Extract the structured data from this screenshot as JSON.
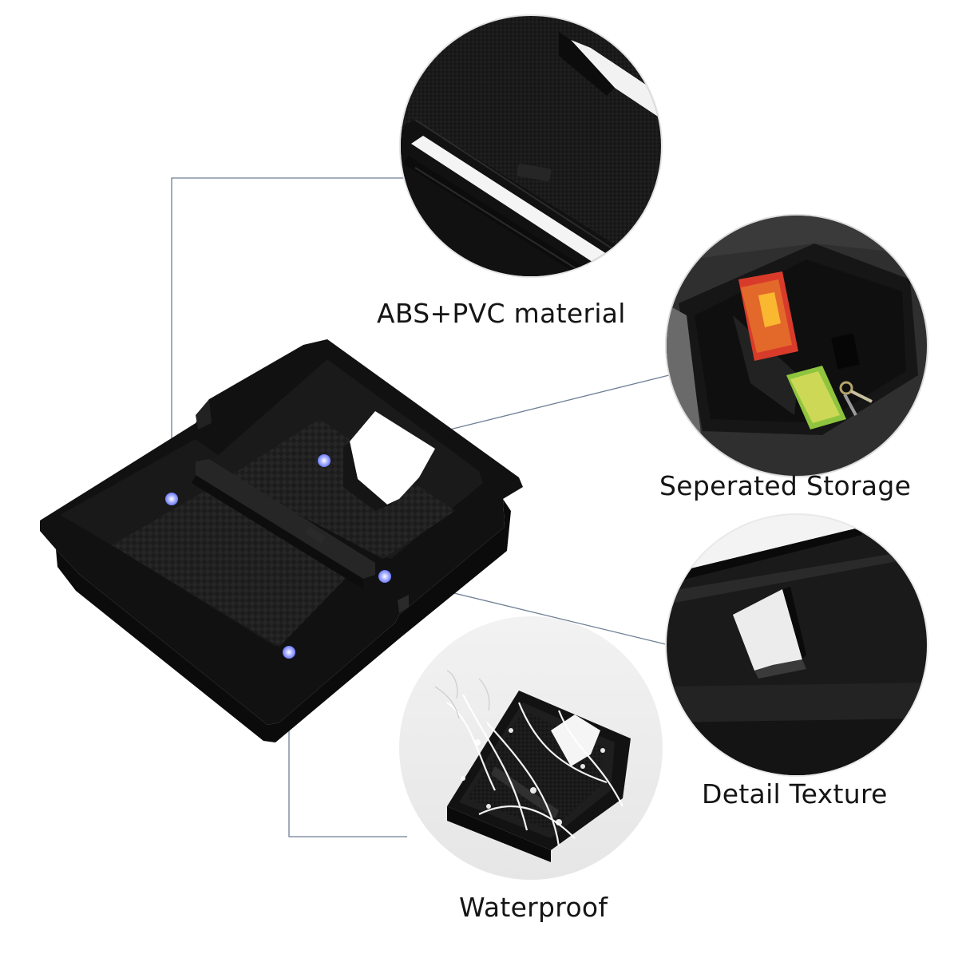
{
  "features": [
    {
      "id": "abs",
      "label": "ABS+PVC material",
      "icon": "textured-surface-closeup"
    },
    {
      "id": "storage",
      "label": "Seperated Storage",
      "icon": "divided-storage-closeup"
    },
    {
      "id": "texture",
      "label": "Detail Texture",
      "icon": "tab-detail-closeup"
    },
    {
      "id": "water",
      "label": "Waterproof",
      "icon": "water-splash-tray"
    }
  ],
  "colors": {
    "background": "#ffffff",
    "tray": "#141414",
    "leader_line": "#6f7f95",
    "dot": "#9aa6ff"
  }
}
